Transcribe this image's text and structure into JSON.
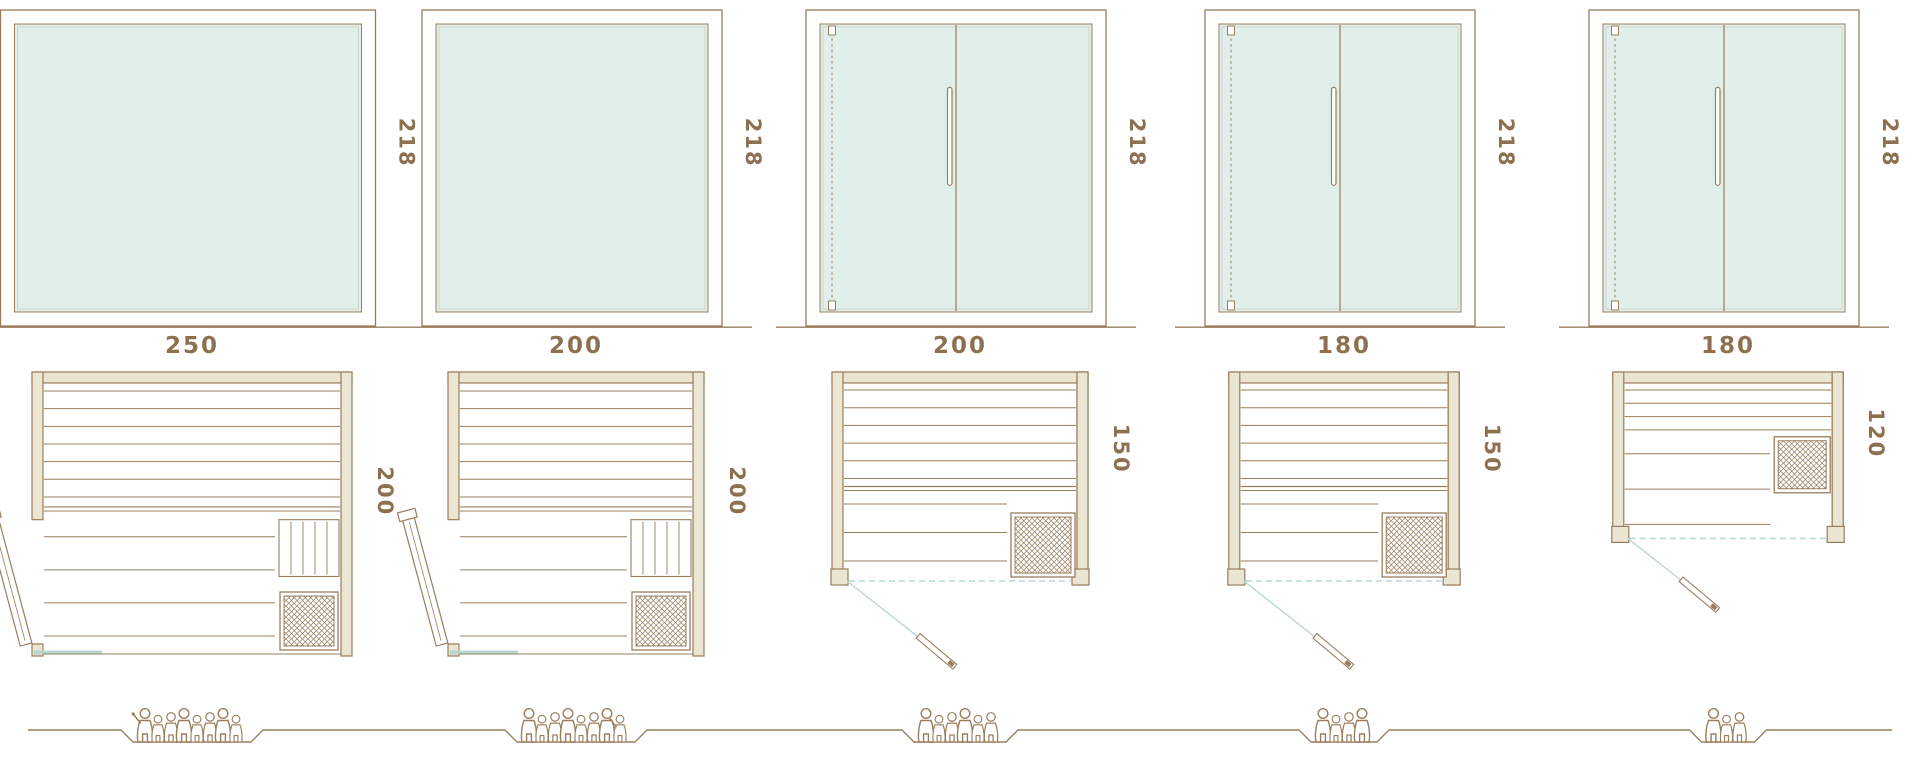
{
  "colors": {
    "line": "#9a7d5c",
    "text": "#8d7050",
    "glass": "#e1efeb",
    "wood": "#eae6d3",
    "aqua": "#b7d8d2"
  },
  "variants": [
    {
      "width": "250",
      "height": "218",
      "depth": "200",
      "elevation": "full-glass",
      "door_position": "side",
      "capacity": 8
    },
    {
      "width": "200",
      "height": "218",
      "depth": "200",
      "elevation": "full-glass",
      "door_position": "side",
      "capacity": 8
    },
    {
      "width": "200",
      "height": "218",
      "depth": "150",
      "elevation": "double-door",
      "door_position": "front",
      "capacity": 6
    },
    {
      "width": "180",
      "height": "218",
      "depth": "150",
      "elevation": "double-door",
      "door_position": "front",
      "capacity": 4
    },
    {
      "width": "180",
      "height": "218",
      "depth": "120",
      "elevation": "double-door",
      "door_position": "front",
      "capacity": 3
    }
  ]
}
